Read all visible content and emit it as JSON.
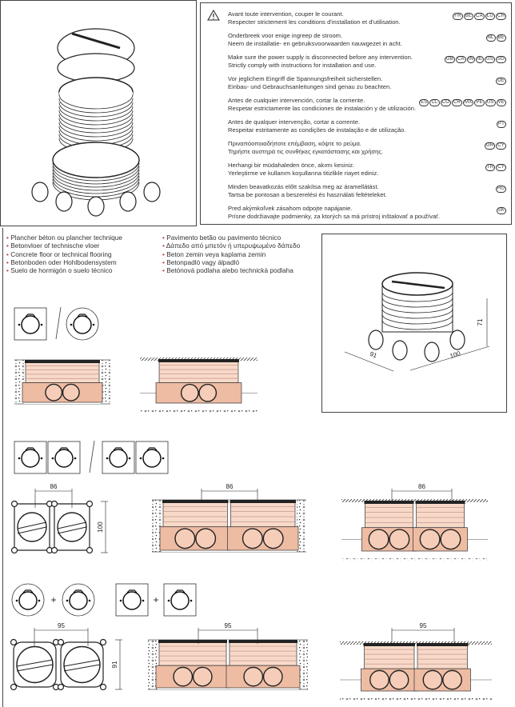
{
  "warnings": [
    {
      "lines": [
        "Avant toute intervention, couper le courant.",
        "Respecter strictement les conditions d'installation et d'utilisation."
      ],
      "codes": [
        "FR",
        "BE",
        "CA",
        "LU",
        "CH"
      ]
    },
    {
      "lines": [
        "Onderbreek voor enige ingreep de stroom.",
        "Neem de installatie- en gebruiksvoorwaarden nauwgezet in acht."
      ],
      "codes": [
        "NL",
        "BE"
      ]
    },
    {
      "lines": [
        "Make sure the power supply is disconnected before any intervention.",
        "Strictly comply with instructions for installation and use."
      ],
      "codes": [
        "GB",
        "CA",
        "IN",
        "IE",
        "US",
        "SG"
      ]
    },
    {
      "lines": [
        "Vor jeglichem Eingriff die Spannungsfreiheit sicherstellen.",
        "Einbau- und Gebrauchsanleitungen sind genau zu beachten."
      ],
      "codes": [
        "DE"
      ]
    },
    {
      "lines": [
        "Antes de cualquier intervención, cortar la corriente.",
        "Respetar estrictamente las condiciones de instalación y de utilización."
      ],
      "codes": [
        "ES",
        "CL",
        "CO",
        "CR",
        "MX",
        "PE",
        "US",
        "VE"
      ]
    },
    {
      "lines": [
        "Antes de qualquer intervenção, cortar a corrente.",
        "Respeitar estritamente as condições de instalação e de utilização."
      ],
      "codes": [
        "PT"
      ]
    },
    {
      "lines": [
        "Πριναπόοποιαδήποτε επέμβαση, κόψτε το ρεύμα.",
        "Τηρήστε αυστηρά τις συνθήκες εγκατάστασης και χρήσης."
      ],
      "codes": [
        "GR",
        "CY"
      ]
    },
    {
      "lines": [
        "Herhangi bir müdahaleden önce, akımı kesiniz.",
        "Yerleştirme ve kullanım koşullarına titizlikle riayet ediniz."
      ],
      "codes": [
        "TR",
        "CY"
      ]
    },
    {
      "lines": [
        "Minden beavatkozás előtt szakítsa meg az áramellátást.",
        "Tartsa be pontosan a beszerelési és használati feltételeket."
      ],
      "codes": [
        "HU"
      ]
    },
    {
      "lines": [
        "Pred akýmkoľvek zásahom odpojte napájanie.",
        "Prísne dodržiavajte podmienky, za ktorých sa má prístroj inštalovať a používať."
      ],
      "codes": [
        "SK"
      ]
    }
  ],
  "floor_types_left": [
    "Plancher béton ou plancher technique",
    "Betonvloer of technische vloer",
    "Concrete floor or technical flooring",
    "Betonboden oder Hohlbodensystem",
    "Suelo de hormigón o suelo técnico"
  ],
  "floor_types_right": [
    "Pavimento betão ou pavimento técnico",
    "Δάπεδο από μπετόν ή υπερυψωμένο δάπεδο",
    "Beton zemin veya kaplama zemin",
    "Betonpadló vagy álpadló",
    "Betónová podlaha alebo technická podlaha"
  ],
  "dimensions": {
    "iso_height": "71",
    "iso_depth": "91",
    "iso_width": "100",
    "double_spacing": "86",
    "double_depth": "100",
    "double_spacing_concrete": "86",
    "double_spacing_technical": "86",
    "round_spacing": "95",
    "round_depth": "91",
    "round_spacing_concrete": "95",
    "round_spacing_technical": "95"
  },
  "symbols": {
    "plus": "+"
  }
}
